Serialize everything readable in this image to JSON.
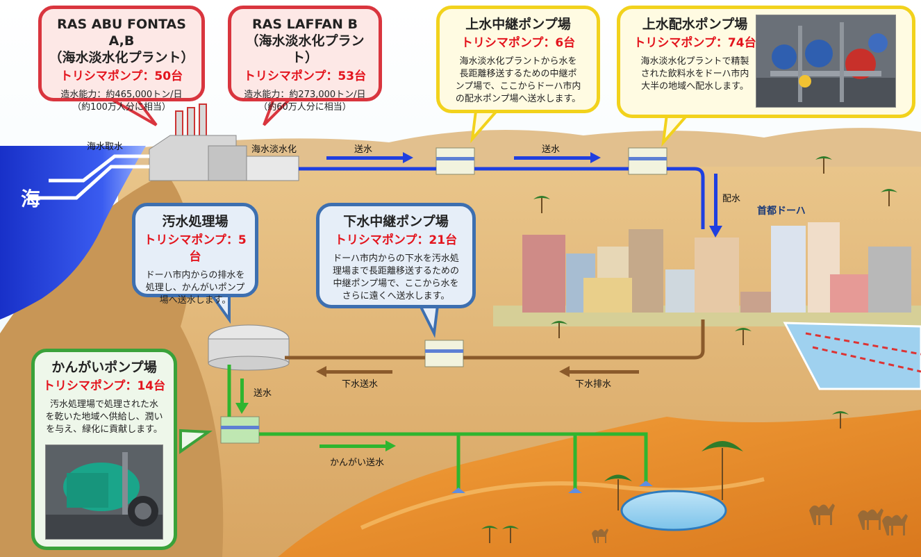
{
  "plants": {
    "abu_fontas": {
      "title1": "RAS ABU FONTAS A,B",
      "title2": "（海水淡水化プラント）",
      "pumps": "トリシマポンプ：50台",
      "capacity": "造水能力：約465,000トン/日",
      "equiv": "（約100万人分に相当）"
    },
    "laffan": {
      "title1": "RAS LAFFAN B",
      "title2": "（海水淡水化プラント）",
      "pumps": "トリシマポンプ：53台",
      "capacity": "造水能力：約273,000トン/日",
      "equiv": "（約60万人分に相当）"
    },
    "relay": {
      "title": "上水中継ポンプ場",
      "pumps": "トリシマポンプ：6台",
      "desc": [
        "海水淡水化プラントから水を",
        "長距離移送するための中継ポ",
        "ンプ場で、ここからドーハ市内",
        "の配水ポンプ場へ送水します。"
      ]
    },
    "distribution": {
      "title": "上水配水ポンプ場",
      "pumps": "トリシマポンプ：74台",
      "desc": [
        "海水淡水化プラントで精製",
        "された飲料水をドーハ市内",
        "大半の地域へ配水します。"
      ]
    },
    "sewage": {
      "title": "汚水処理場",
      "pumps": "トリシマポンプ：5台",
      "desc": [
        "ドーハ市内からの排水を",
        "処理し、かんがいポンプ",
        "場へ送水します。"
      ]
    },
    "sewer_relay": {
      "title": "下水中継ポンプ場",
      "pumps": "トリシマポンプ：21台",
      "desc": [
        "ドーハ市内からの下水を汚水処",
        "理場まで長距離移送するための",
        "中継ポンプ場で、ここから水を",
        "さらに遠くへ送水します。"
      ]
    },
    "irrigation": {
      "title": "かんがいポンプ場",
      "pumps": "トリシマポンプ：14台",
      "desc": [
        "汚水処理場で処理された水",
        "を乾いた地域へ供給し、潤い",
        "を与え、緑化に貢献します。"
      ]
    }
  },
  "labels": {
    "sea": "海",
    "intake": "海水取水",
    "desal": "海水淡水化",
    "send1": "送水",
    "send2": "送水",
    "distribute": "配水",
    "city": "首都ドーハ",
    "sewer_send": "下水送水",
    "sewer_drain": "下水排水",
    "send3": "送水",
    "irrigation_send": "かんがい送水"
  },
  "colors": {
    "water_line": "#1f3fe0",
    "sewer_line": "#8a5a2b",
    "irrigation_line": "#2fb52f",
    "pump_red": "#e3141d"
  }
}
